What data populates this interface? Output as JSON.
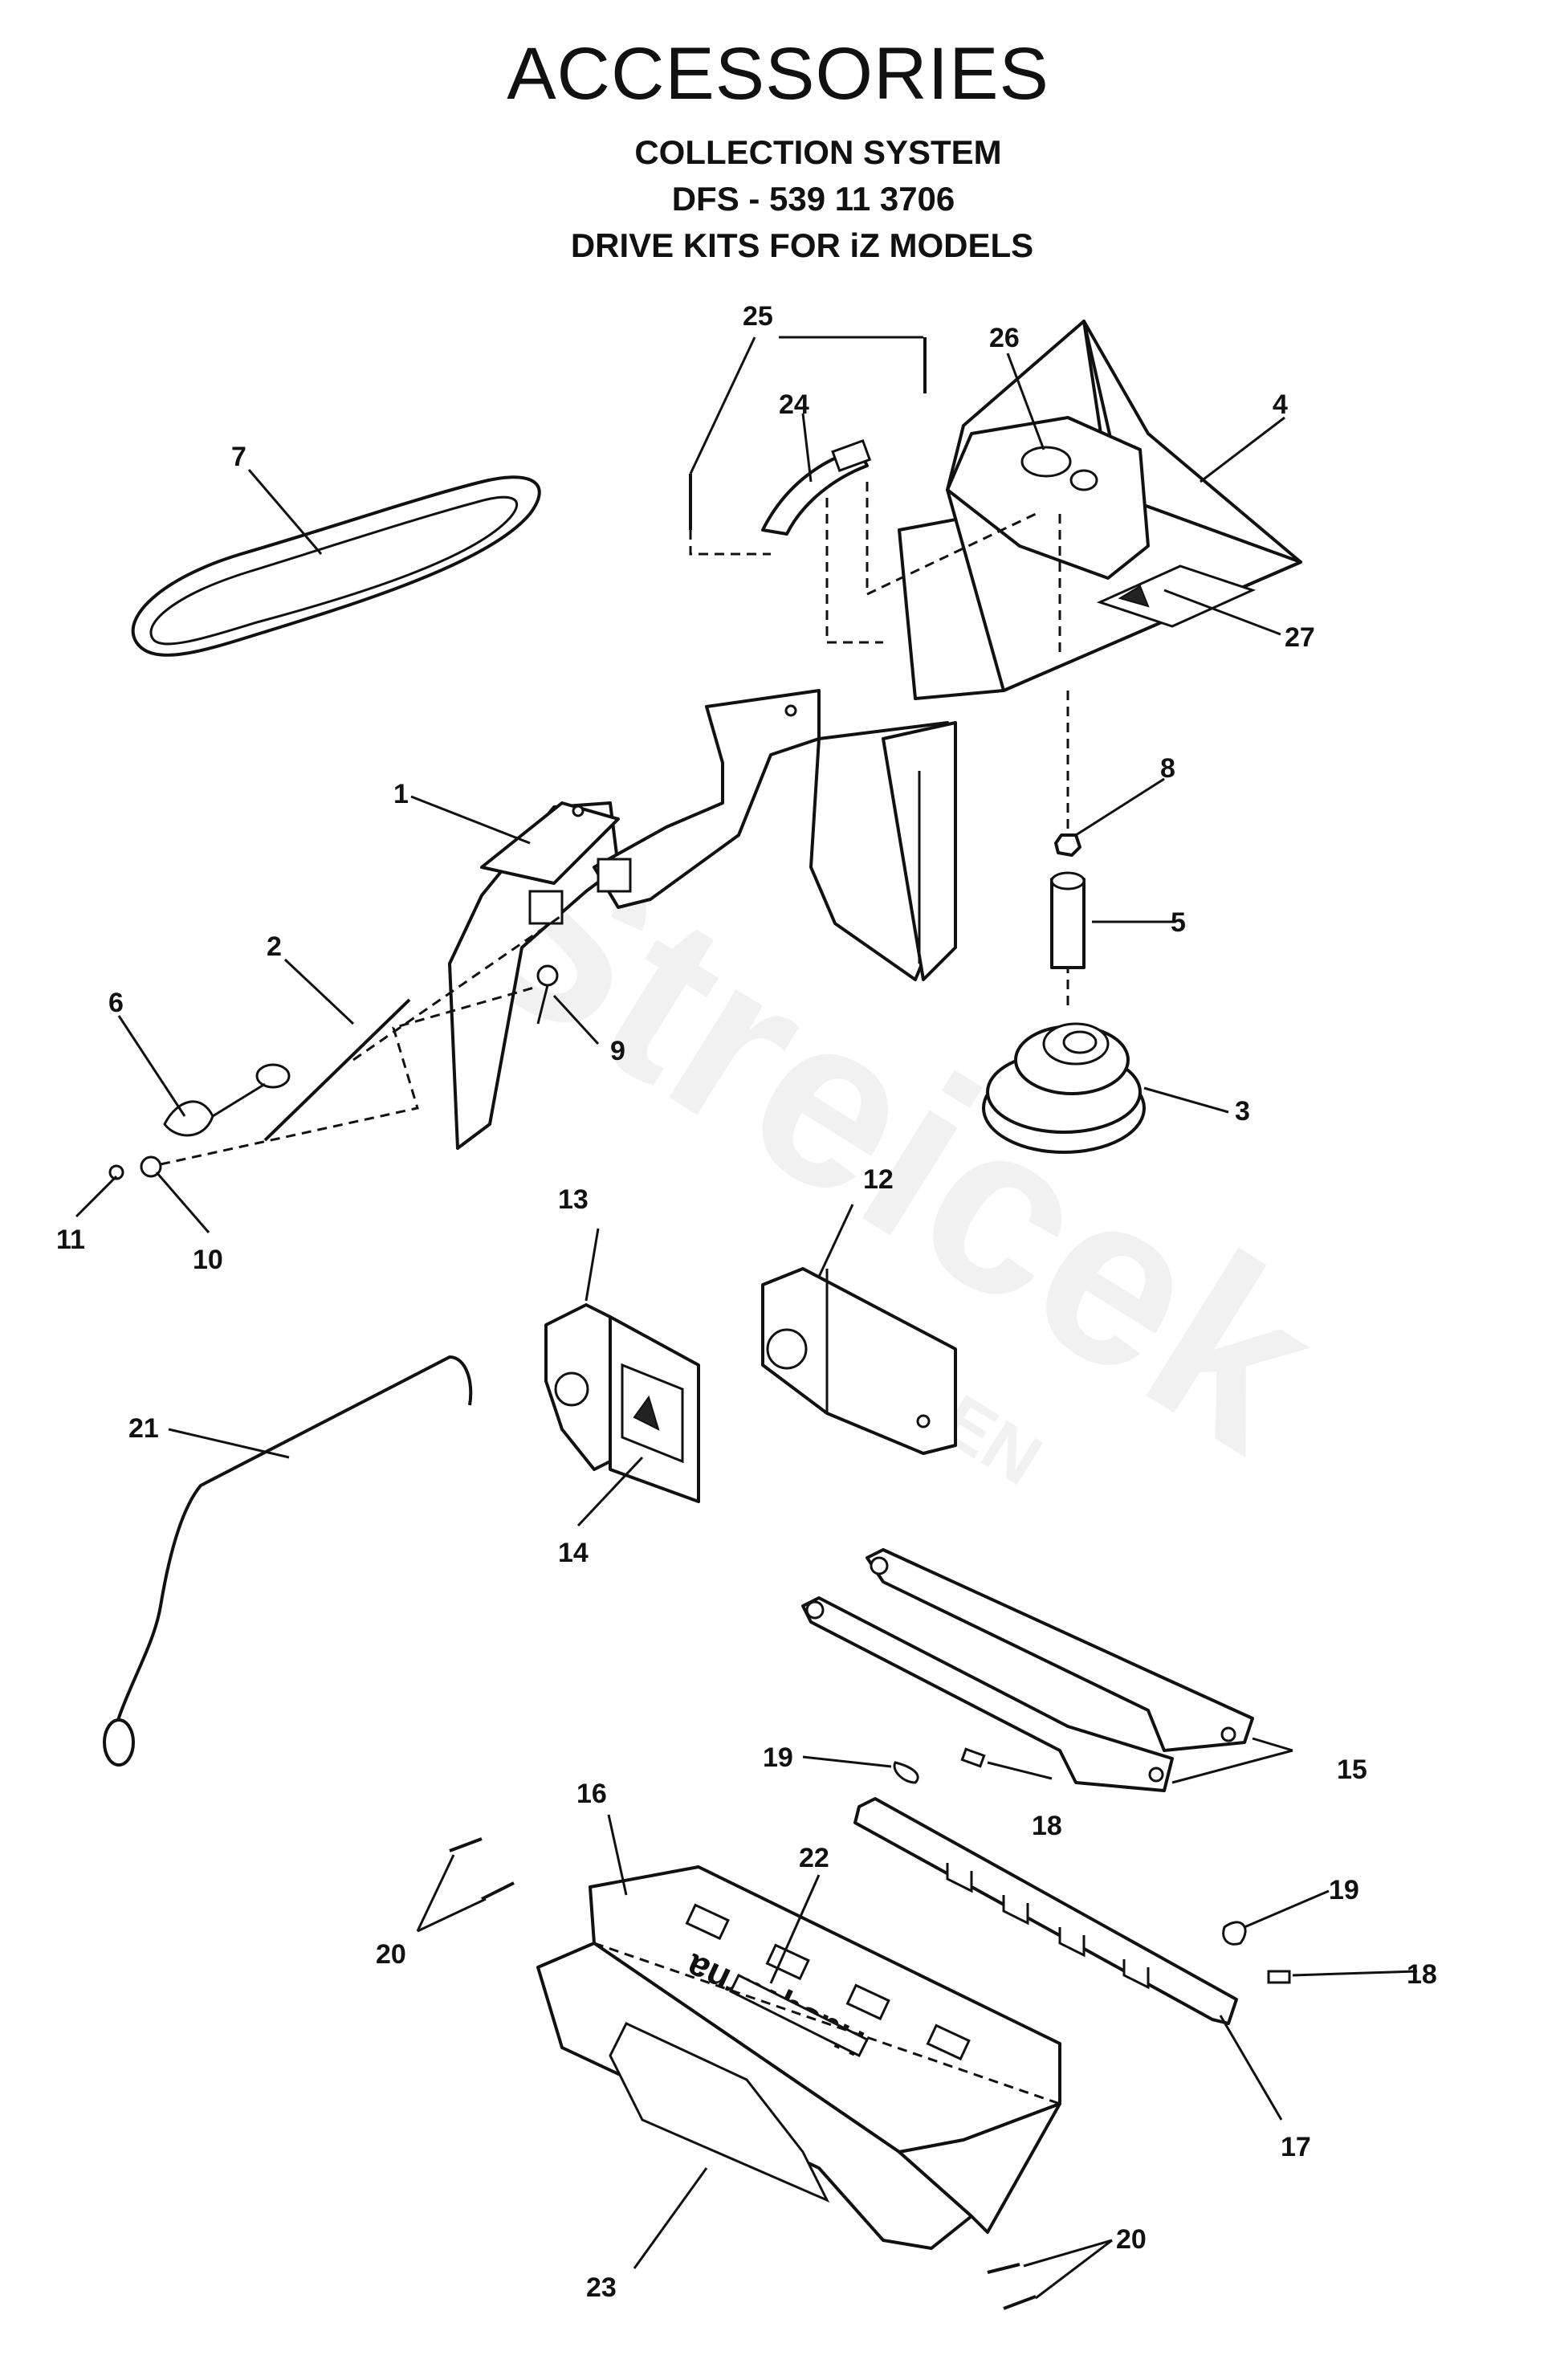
{
  "header": {
    "title": "ACCESSORIES",
    "line1": "COLLECTION SYSTEM",
    "line2": "DFS - 539 11 3706",
    "line3": "DRIVE KITS FOR iZ MODELS"
  },
  "watermark": {
    "text": "Streicek",
    "sub": "GARDEN"
  },
  "callouts": {
    "c1": "1",
    "c2": "2",
    "c3": "3",
    "c4": "4",
    "c5": "5",
    "c6": "6",
    "c7": "7",
    "c8": "8",
    "c9": "9",
    "c10": "10",
    "c11": "11",
    "c12": "12",
    "c13": "13",
    "c14": "14",
    "c15": "15",
    "c16": "16",
    "c17": "17",
    "c18a": "18",
    "c18b": "18",
    "c19a": "19",
    "c19b": "19",
    "c20a": "20",
    "c20b": "20",
    "c21": "21",
    "c22": "22",
    "c23": "23",
    "c24": "24",
    "c25": "25",
    "c26": "26",
    "c27": "27"
  },
  "brand_logo_text": "Husqvarna"
}
